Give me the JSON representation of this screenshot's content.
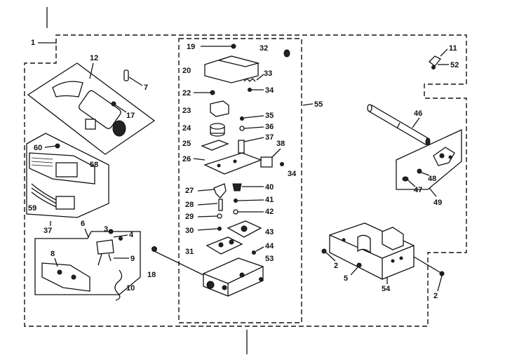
{
  "labels": {
    "l1": "1",
    "l2a": "2",
    "l2b": "2",
    "l3": "3",
    "l4": "4",
    "l5": "5",
    "l6": "6",
    "l7": "7",
    "l8": "8",
    "l9": "9",
    "l10": "10",
    "l11": "11",
    "l12": "12",
    "l17": "17",
    "l18": "18",
    "l19": "19",
    "l20": "20",
    "l22": "22",
    "l23": "23",
    "l24": "24",
    "l25": "25",
    "l26": "26",
    "l27": "27",
    "l28": "28",
    "l29": "29",
    "l30": "30",
    "l31": "31",
    "l32": "32",
    "l33": "33",
    "l34a": "34",
    "l34b": "34",
    "l35": "35",
    "l36": "36",
    "l37": "37",
    "l37b": "37",
    "l38": "38",
    "l40": "40",
    "l41": "41",
    "l42": "42",
    "l43": "43",
    "l44": "44",
    "l46": "46",
    "l47": "47",
    "l48": "48",
    "l49": "49",
    "l52": "52",
    "l53": "53",
    "l54": "54",
    "l55": "55",
    "l58": "58",
    "l59": "59",
    "l60": "60"
  }
}
